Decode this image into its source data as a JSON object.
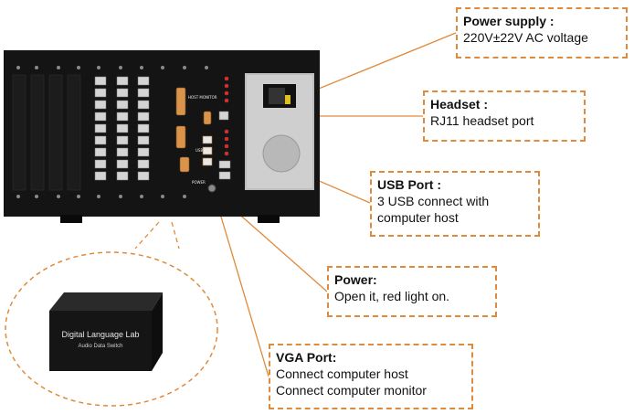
{
  "callouts": {
    "power_supply": {
      "title": "Power supply :",
      "lines": [
        "220V±22V AC voltage"
      ]
    },
    "headset": {
      "title": "Headset :",
      "lines": [
        "RJ11 headset port"
      ]
    },
    "usb_port": {
      "title": "USB Port :",
      "lines": [
        "3 USB connect with",
        "computer host"
      ]
    },
    "power": {
      "title": "Power:",
      "lines": [
        "Open it, red light on."
      ]
    },
    "vga_port": {
      "title": "VGA Port:",
      "lines": [
        "Connect computer host",
        "Connect computer monitor"
      ]
    }
  },
  "device_box": {
    "label_line1": "Digital Language Lab",
    "label_line2": "Audio Data Switch"
  },
  "panel_labels": {
    "host_monitor": "HOST MONITOR",
    "power": "POWER",
    "usb": "USB"
  },
  "colors": {
    "callout_border": "#e08a3c",
    "chassis": "#141414",
    "led": "#c83232",
    "vga_port": "#d9934a"
  }
}
